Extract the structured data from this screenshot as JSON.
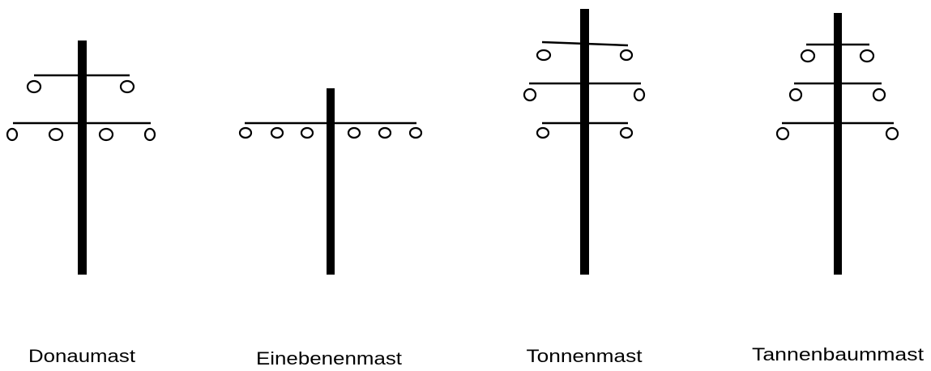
{
  "labels": {
    "donaumast": "Donaumast",
    "einebenenmast": "Einebenenmast",
    "tonnenmast": "Tonnenmast",
    "tannenbaummast": "Tannenbaummast"
  },
  "colors": {
    "line": "#000000",
    "background": "#ffffff"
  }
}
